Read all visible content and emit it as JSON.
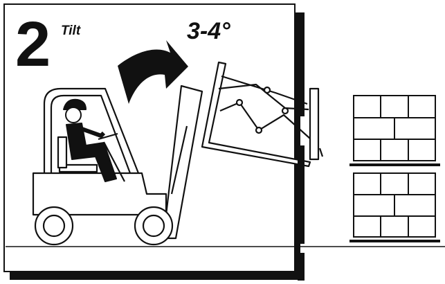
{
  "step": {
    "number": "2",
    "label": "Tilt",
    "angle": "3-4°"
  }
}
